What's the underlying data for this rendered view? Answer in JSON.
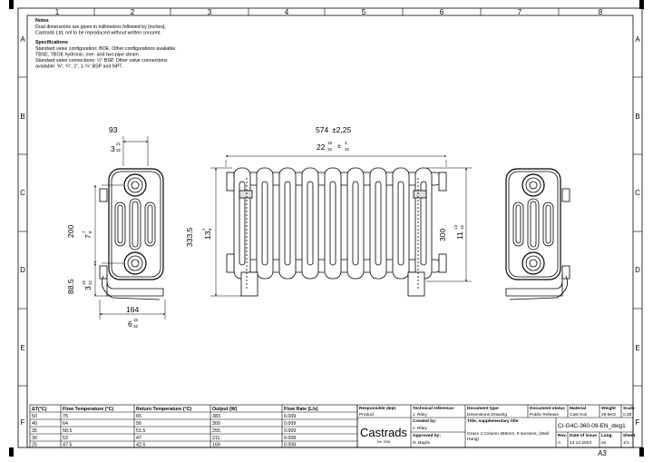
{
  "frame": {
    "columns": [
      "1",
      "2",
      "3",
      "4",
      "5",
      "6",
      "7",
      "8"
    ],
    "rows": [
      "A",
      "B",
      "C",
      "D",
      "E",
      "F"
    ]
  },
  "notes": {
    "heading": "Notes",
    "lines": [
      "Dual dimensions are given in millimetres followed by [inches].",
      "Castrads Ltd, not to be reproduced without written consent."
    ]
  },
  "specifications": {
    "heading": "Specifications",
    "lines": [
      "Standard valve configuration; BOE. Other configurations available.",
      "TBSE, TBOE hydronic, one- and two-pipe steam.",
      "Standard valve connections: ½\" BSP. Other valve connections",
      "available: ⅜\", ¾\", 1\", 1-¼\" BSP and NPT."
    ]
  },
  "dimensions": {
    "side_depth_mm": "93",
    "side_depth_in_whole": "3",
    "side_depth_in_num": "21",
    "side_depth_in_den": "32",
    "pipe_centres_mm": "200",
    "pipe_centres_in_whole": "7",
    "pipe_centres_in_num": "7",
    "pipe_centres_in_den": "8",
    "pipe_height_mm": "88.5",
    "pipe_height_in_whole": "3",
    "pipe_height_in_num": "15",
    "pipe_height_in_den": "32",
    "base_depth_mm": "164",
    "base_depth_in_whole": "6",
    "base_depth_in_num": "15",
    "base_depth_in_den": "32",
    "length_mm": "574",
    "length_tol_mm": "±2,25",
    "length_in_whole": "22",
    "length_in_num": "19",
    "length_in_den": "32",
    "length_tol_in_num": "3",
    "length_tol_in_den": "32",
    "height_mm": "333.5",
    "height_in_whole": "13",
    "height_in_num": "1",
    "height_in_den": "8",
    "bracket_mm": "300",
    "bracket_in_whole": "11",
    "bracket_in_num": "13",
    "bracket_in_den": "16"
  },
  "table": {
    "headers": [
      "ΔT(°C)",
      "Flow Temperature (°C)",
      "Return Temperature (°C)",
      "Output (W)",
      "Flow Rate (L/s)"
    ],
    "rows": [
      [
        "50",
        "75",
        "65",
        "383",
        "0.009"
      ],
      [
        "40",
        "64",
        "56",
        "300",
        "0.009"
      ],
      [
        "35",
        "58.5",
        "51.5",
        "255",
        "0.009"
      ],
      [
        "30",
        "53",
        "47",
        "211",
        "0.008"
      ],
      [
        "25",
        "47.5",
        "42.5",
        "169",
        "0.008"
      ]
    ]
  },
  "title_block": {
    "responsible_label": "Responsible dept.",
    "responsible_value": "Product",
    "technical_label": "Technical reference:",
    "technical_value": "J. Riley",
    "doc_type_label": "Document type",
    "doc_type_value": "Dimensions Drawing",
    "doc_status_label": "Document status",
    "doc_status_value": "Public Release",
    "material_label": "Material",
    "material_value": "Cast Iron",
    "weight_label": "Weight",
    "weight_value": "29.6KG",
    "scale_label": "Scale",
    "scale_value": "0.25",
    "logo": "Castrads",
    "logo_sub": "Est. 2006",
    "created_label": "Created by:",
    "created_value": "J. Riley",
    "approved_label": "Approved by:",
    "approved_value": "N. Baylis",
    "title_label": "Title, supplementary title",
    "title_line1": "Grace 4 Column 360mm, 9 sections, (Wall",
    "title_line2": "Hung)",
    "doc_number": "CI-G4C-360-09-EN_dwg1",
    "rev_label": "Rev.",
    "rev_value": "A",
    "date_label": "Date of issue",
    "date_value": "13.12.2023",
    "lang_label": "Lang.",
    "lang_value": "en",
    "sheet_label": "Sheet",
    "sheet_value": "1/1",
    "size": "A3"
  }
}
